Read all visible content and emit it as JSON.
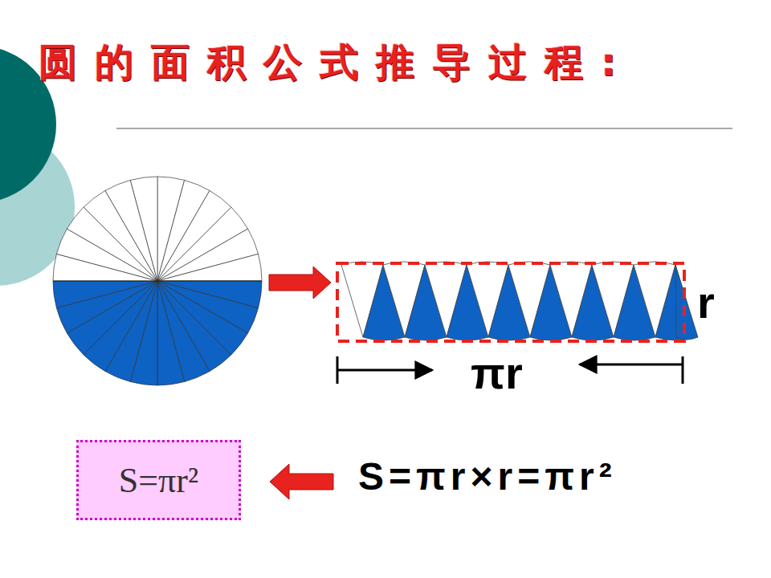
{
  "diagram": {
    "title": "圆的面积公式推导过程:",
    "nodes": [
      {
        "text": [
          "S=πr²"
        ]
      }
    ],
    "labels": [
      "r",
      "πr",
      "S=πr×r=πr²"
    ]
  }
}
